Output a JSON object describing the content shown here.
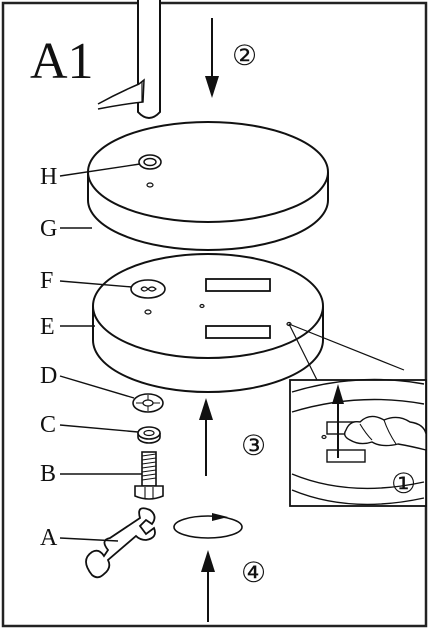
{
  "step_title": "A1",
  "labels": {
    "h": "H",
    "g": "G",
    "f": "F",
    "e": "E",
    "d": "D",
    "c": "C",
    "b": "B",
    "a": "A"
  },
  "step_numbers": {
    "one": "①",
    "two": "②",
    "three": "③",
    "four": "④"
  }
}
